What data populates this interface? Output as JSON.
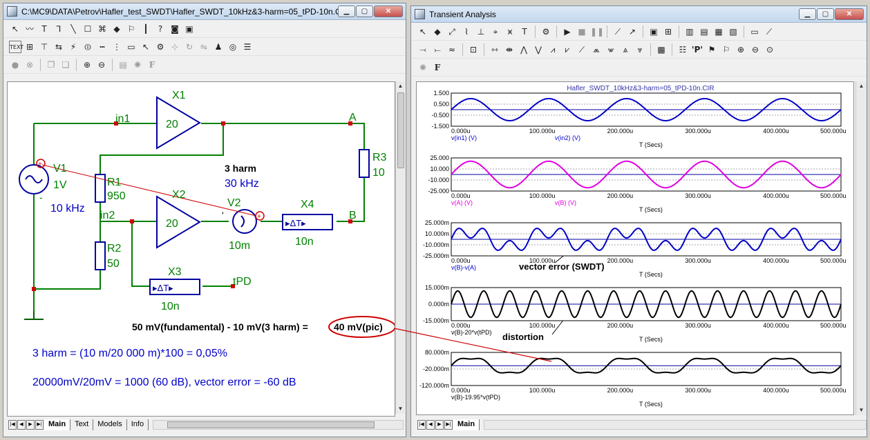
{
  "schematic": {
    "title": "C:\\MC9\\DATA\\Petrov\\Hafler_test_SWDT\\Hafler_SWDT_10kHz&3-harm=05_tPD-10n.C...",
    "labels": {
      "x1": "X1",
      "x1_gain": "20",
      "x2": "X2",
      "x2_gain": "20",
      "x3": "X3",
      "x3_delay": "10n",
      "x4": "X4",
      "x4_delay": "10n",
      "r1": "R1",
      "r1_val": "950",
      "r2": "R2",
      "r2_val": "50",
      "r3": "R3",
      "r3_val": "10",
      "v1": "V1",
      "v1_val": "1V",
      "v1_freq": "10 kHz",
      "v1_minus": "-",
      "v2": "V2",
      "v2_val": "10m",
      "v2_minus": "'",
      "harm_title": "3 harm",
      "harm_freq": "30 kHz",
      "node_in1": "in1",
      "node_in2": "in2",
      "node_a": "A",
      "node_b": "B",
      "node_tpd": "tPD",
      "delay_symbol": "▸ΔT▸"
    },
    "equation": "50 mV(fundamental) - 10 mV(3 harm) = ",
    "equation_result": "40 mV(pic)",
    "note1": "3 harm = (10 m/20 000 m)*100 = 0,05%",
    "note2": "20000mV/20mV = 1000 (60 dB), vector error = -60 dB",
    "tabs": [
      "Main",
      "Text",
      "Models",
      "Info"
    ]
  },
  "transient": {
    "title": "Transient Analysis",
    "plot_title": "Hafler_SWDT_10kHz&3-harm=05_tPD-10n.CIR",
    "x_axis_label": "T (Secs)",
    "annotation_vector_error": "vector error (SWDT)",
    "annotation_distortion": "distortion",
    "tabs": [
      "Main"
    ]
  },
  "chart_data": [
    {
      "type": "line",
      "x": [
        0,
        100,
        200,
        300,
        400,
        500
      ],
      "x_tick_labels": [
        "0.000u",
        "100.000u",
        "200.000u",
        "300.000u",
        "400.000u",
        "500.000u"
      ],
      "y_tick_labels": [
        "1.500",
        "0.500",
        "-0.500",
        "-1.500"
      ],
      "ylim": [
        -1.5,
        1.5
      ],
      "series": [
        {
          "name": "v(in1) (V)",
          "color": "#0000c8",
          "amplitude": 1,
          "cycles": 5,
          "harmonic": 0
        },
        {
          "name": "v(in2) (V)",
          "color": "#0000c8",
          "amplitude": 1,
          "cycles": 5,
          "harmonic": 0
        }
      ]
    },
    {
      "type": "line",
      "x": [
        0,
        100,
        200,
        300,
        400,
        500
      ],
      "x_tick_labels": [
        "0.000u",
        "100.000u",
        "200.000u",
        "300.000u",
        "400.000u",
        "500.000u"
      ],
      "y_tick_labels": [
        "25.000",
        "10.000",
        "-10.000",
        "-25.000"
      ],
      "ylim": [
        -25,
        25
      ],
      "series": [
        {
          "name": "v(A) (V)",
          "color": "#e000e0",
          "amplitude": 20,
          "cycles": 5,
          "harmonic": 0
        },
        {
          "name": "v(B) (V)",
          "color": "#e000e0",
          "amplitude": 20,
          "cycles": 5,
          "harmonic": 0
        }
      ]
    },
    {
      "type": "line",
      "x": [
        0,
        100,
        200,
        300,
        400,
        500
      ],
      "x_tick_labels": [
        "0.000u",
        "100.000u",
        "200.000u",
        "300.000u",
        "400.000u",
        "500.000u"
      ],
      "y_tick_labels": [
        "25.000m",
        "10.000m",
        "-10.000m",
        "-25.000m"
      ],
      "ylim": [
        -25,
        25
      ],
      "series": [
        {
          "name": "v(B)-v(A)",
          "color": "#0000c8",
          "amplitude": 10,
          "cycles": 15,
          "harmonic": 12,
          "harmonic_cycles": 5
        }
      ]
    },
    {
      "type": "line",
      "x": [
        0,
        100,
        200,
        300,
        400,
        500
      ],
      "x_tick_labels": [
        "0.000u",
        "100.000u",
        "200.000u",
        "300.000u",
        "400.000u",
        "500.000u"
      ],
      "y_tick_labels": [
        "15.000m",
        "0.000m",
        "-15.000m"
      ],
      "ylim": [
        -15,
        15
      ],
      "series": [
        {
          "name": "v(B)-20*v(tPD)",
          "color": "#000000",
          "amplitude": 12,
          "cycles": 15,
          "harmonic": 0
        }
      ]
    },
    {
      "type": "line",
      "x": [
        0,
        100,
        200,
        300,
        400,
        500
      ],
      "x_tick_labels": [
        "0.000u",
        "100.000u",
        "200.000u",
        "300.000u",
        "400.000u",
        "500.000u"
      ],
      "y_tick_labels": [
        "80.000m",
        "-20.000m",
        "-120.000m"
      ],
      "ylim": [
        -120,
        80
      ],
      "series": [
        {
          "name": "v(B)-19.95*v(tPD)",
          "color": "#000000",
          "amplitude": 50,
          "cycles": 5,
          "harmonic": 10,
          "harmonic_cycles": 15
        }
      ]
    }
  ]
}
